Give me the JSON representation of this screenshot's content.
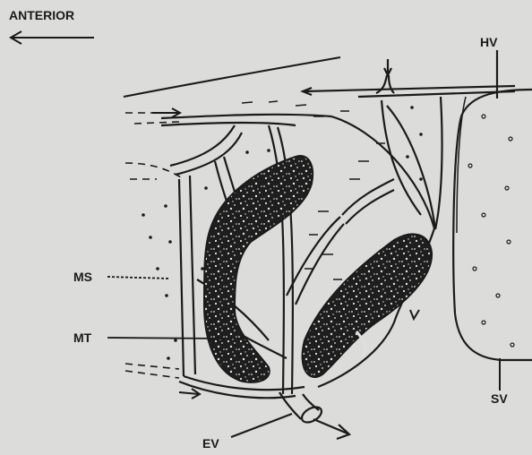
{
  "labels": {
    "anterior": "ANTERIOR",
    "hv": "HV",
    "ms": "MS",
    "mt": "MT",
    "sv": "SV",
    "ev": "EV"
  },
  "colors": {
    "background": "#dcdcda",
    "ink": "#1a1a1a",
    "tubule_fill": "#1e1e1e"
  }
}
